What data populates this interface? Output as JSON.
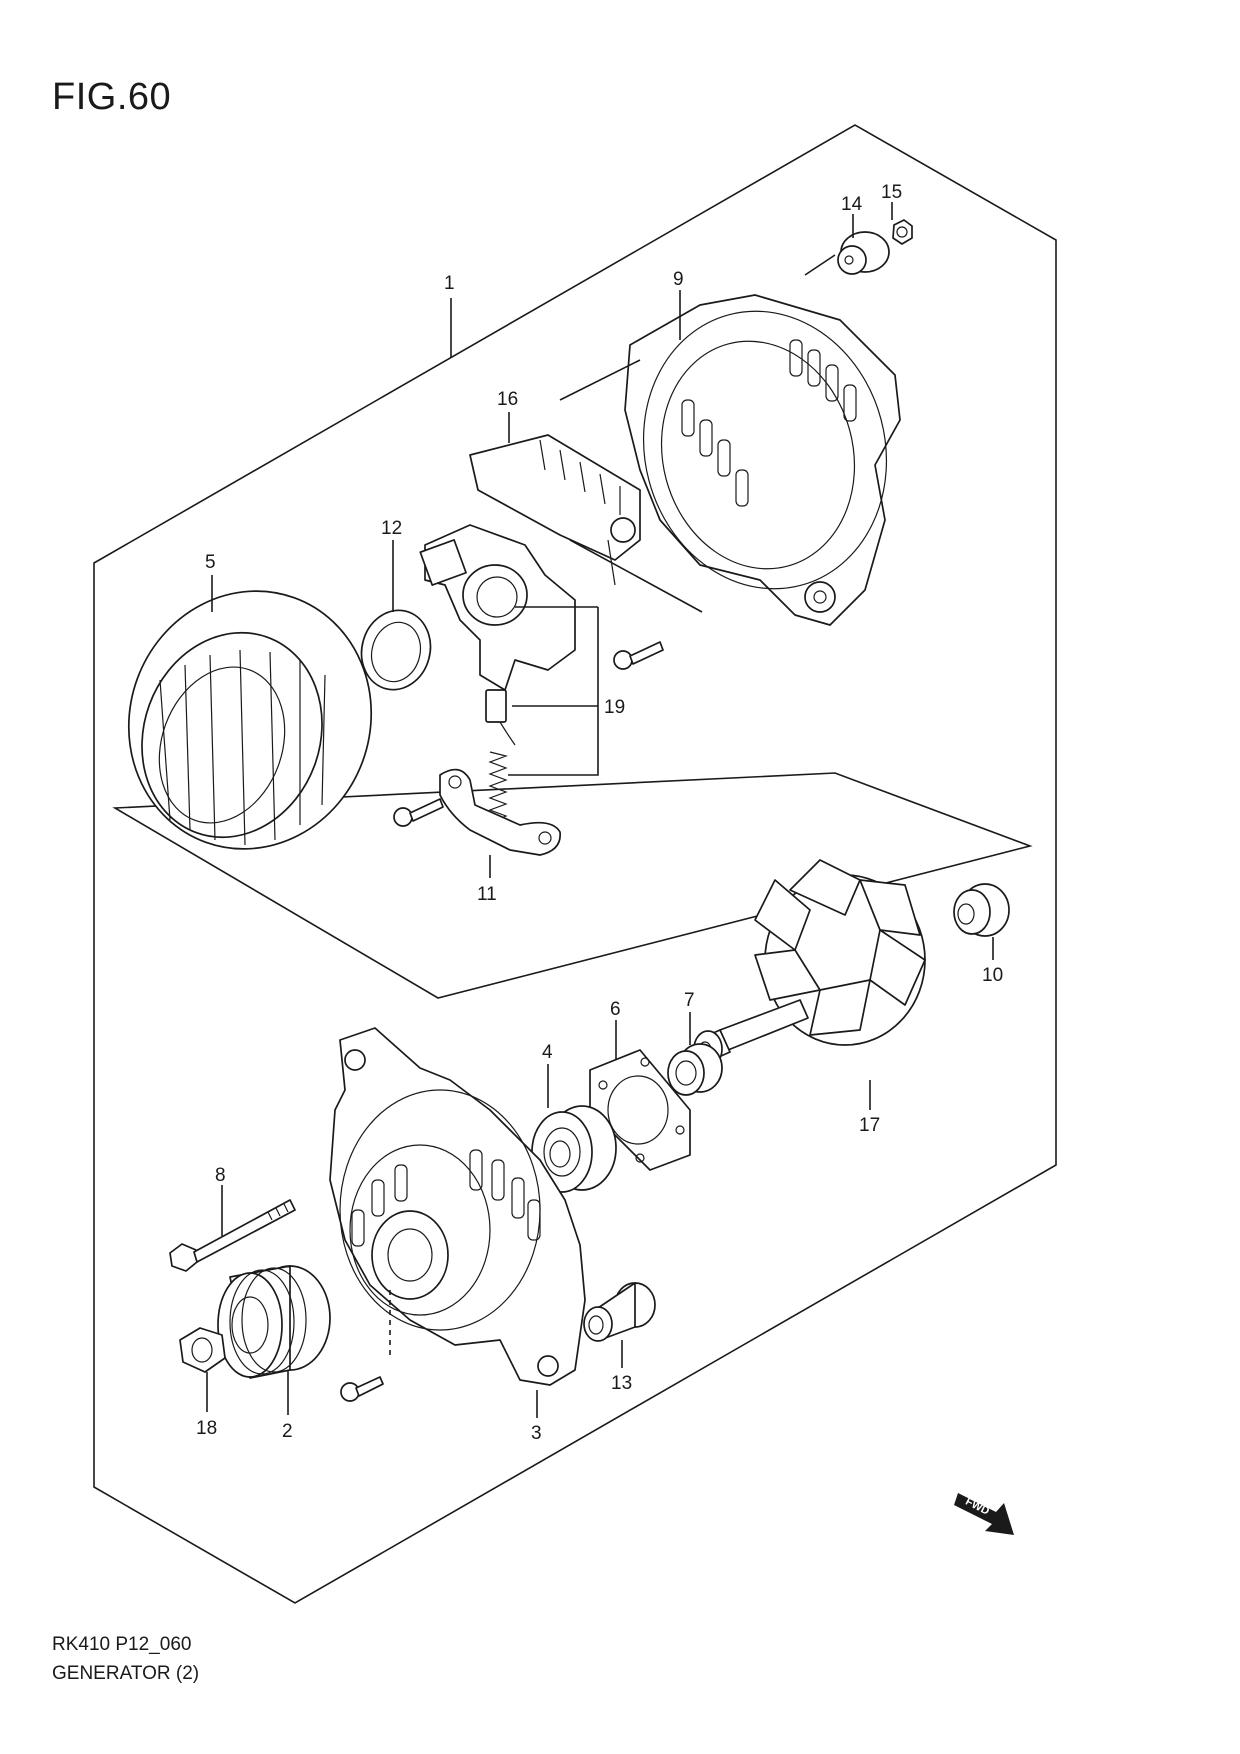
{
  "figure": {
    "title": "FIG.60",
    "code": "RK410 P12_060",
    "name": "GENERATOR (2)",
    "fwd_label": "FWD"
  },
  "callouts": [
    {
      "id": "c1",
      "label": "1"
    },
    {
      "id": "c2",
      "label": "2"
    },
    {
      "id": "c3",
      "label": "3"
    },
    {
      "id": "c4",
      "label": "4"
    },
    {
      "id": "c5",
      "label": "5"
    },
    {
      "id": "c6",
      "label": "6"
    },
    {
      "id": "c7",
      "label": "7"
    },
    {
      "id": "c8",
      "label": "8"
    },
    {
      "id": "c9",
      "label": "9"
    },
    {
      "id": "c10",
      "label": "10"
    },
    {
      "id": "c11",
      "label": "11"
    },
    {
      "id": "c12",
      "label": "12"
    },
    {
      "id": "c13",
      "label": "13"
    },
    {
      "id": "c14",
      "label": "14"
    },
    {
      "id": "c15",
      "label": "15"
    },
    {
      "id": "c16",
      "label": "16"
    },
    {
      "id": "c17",
      "label": "17"
    },
    {
      "id": "c18",
      "label": "18"
    },
    {
      "id": "c19",
      "label": "19"
    }
  ]
}
